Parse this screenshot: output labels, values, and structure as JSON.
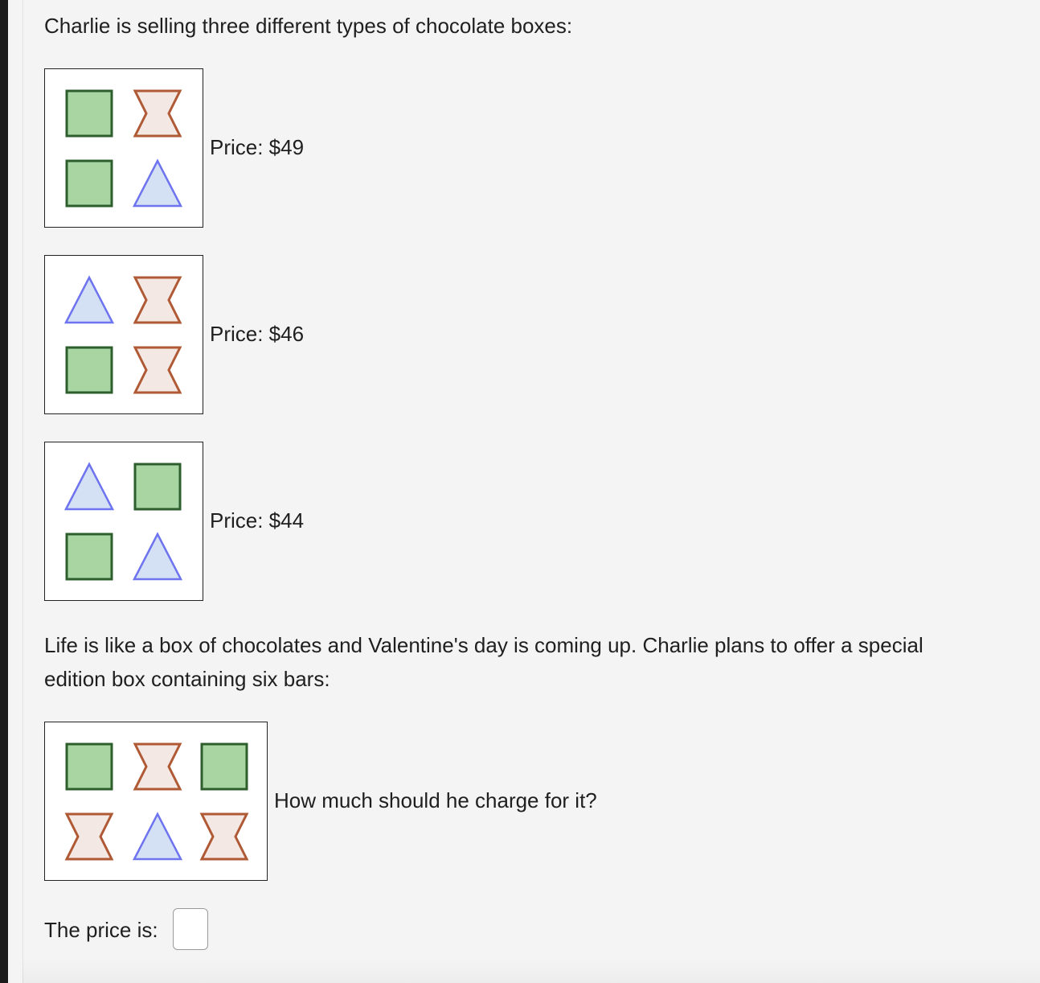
{
  "question": {
    "intro": "Charlie is selling three different types of chocolate boxes:",
    "boxes": [
      {
        "price_label": "Price: $49",
        "bars": [
          "square",
          "hourglass",
          "square",
          "triangle"
        ]
      },
      {
        "price_label": "Price: $46",
        "bars": [
          "triangle",
          "hourglass",
          "square",
          "hourglass"
        ]
      },
      {
        "price_label": "Price: $44",
        "bars": [
          "triangle",
          "square",
          "square",
          "triangle"
        ]
      }
    ],
    "story_line1": "Life is like a box of chocolates and Valentine's day is coming up. Charlie plans to offer a special",
    "story_line2": "edition box containing six bars:",
    "special_box": {
      "bars": [
        "square",
        "hourglass",
        "square",
        "hourglass",
        "triangle",
        "hourglass"
      ]
    },
    "special_question": "How much should he charge for it?",
    "answer_label": "The price is:",
    "answer_value": ""
  },
  "colors": {
    "square_fill": "#a8d5a2",
    "square_stroke": "#2e5e2e",
    "hourglass_fill": "#f4e8e4",
    "hourglass_stroke": "#b05a35",
    "triangle_fill": "#d4e0f4",
    "triangle_stroke": "#6e74f0"
  }
}
